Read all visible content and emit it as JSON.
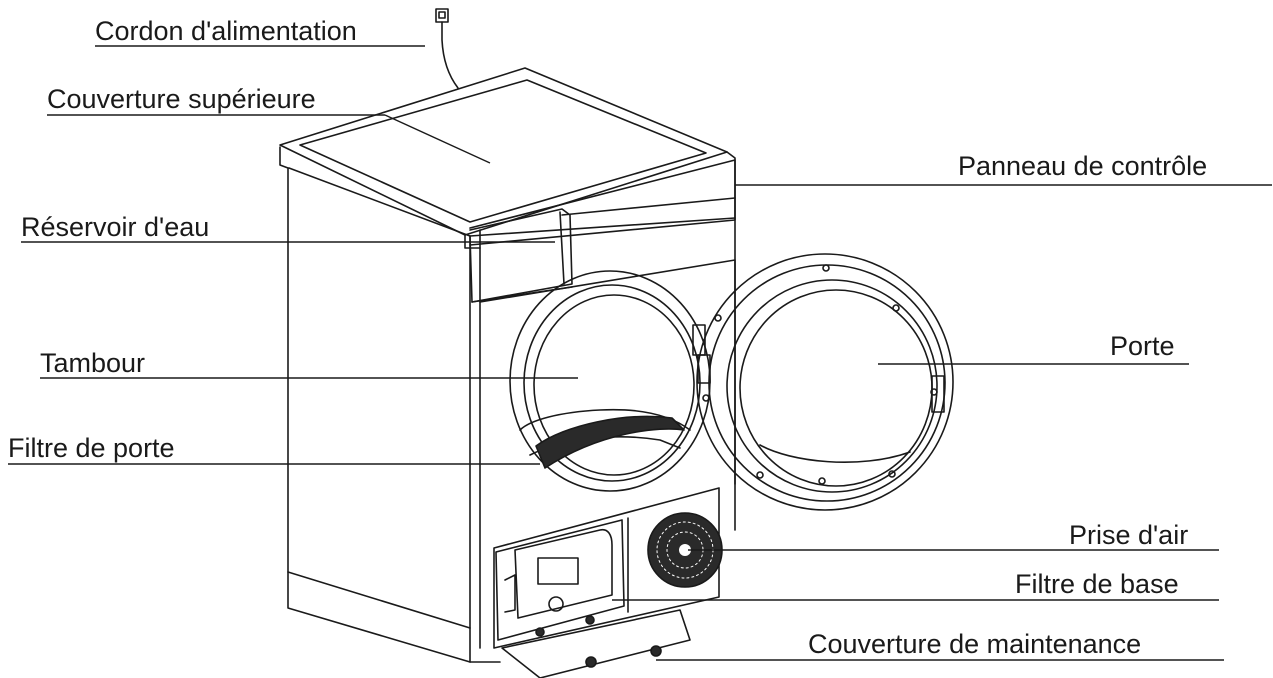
{
  "labels": {
    "power_cord": "Cordon d'alimentation",
    "top_cover": "Couverture supérieure",
    "control_panel": "Panneau de contrôle",
    "water_tank": "Réservoir d'eau",
    "drum": "Tambour",
    "door": "Porte",
    "door_filter": "Filtre de porte",
    "air_intake": "Prise d'air",
    "base_filter": "Filtre de base",
    "maintenance_cover": "Couverture de maintenance"
  },
  "colors": {
    "line": "#1a1a1a",
    "background": "#ffffff",
    "filter_fill": "#2a2a2a"
  }
}
